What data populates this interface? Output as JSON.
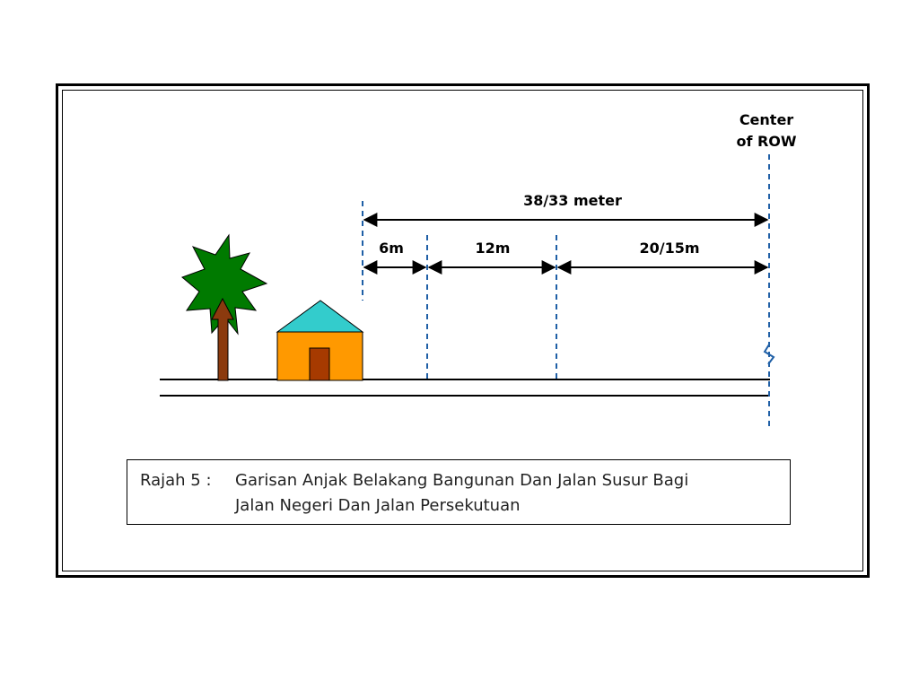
{
  "diagram": {
    "center_row_label_line1": "Center",
    "center_row_label_line2": "of ROW",
    "total_label": "38/33 meter",
    "segments": [
      {
        "label": "6m"
      },
      {
        "label": "12m"
      },
      {
        "label": "20/15m"
      }
    ],
    "colors": {
      "tree_leaves": "#007a00",
      "tree_trunk": "#8b3a0e",
      "house_roof": "#33cccc",
      "house_wall": "#ff9900",
      "house_door": "#a63a00",
      "dashed_line": "#1f5fa6"
    }
  },
  "caption": {
    "prefix": "Rajah 5 :",
    "line1": "Garisan Anjak Belakang Bangunan Dan Jalan Susur Bagi",
    "line2": "Jalan Negeri Dan Jalan Persekutuan"
  }
}
